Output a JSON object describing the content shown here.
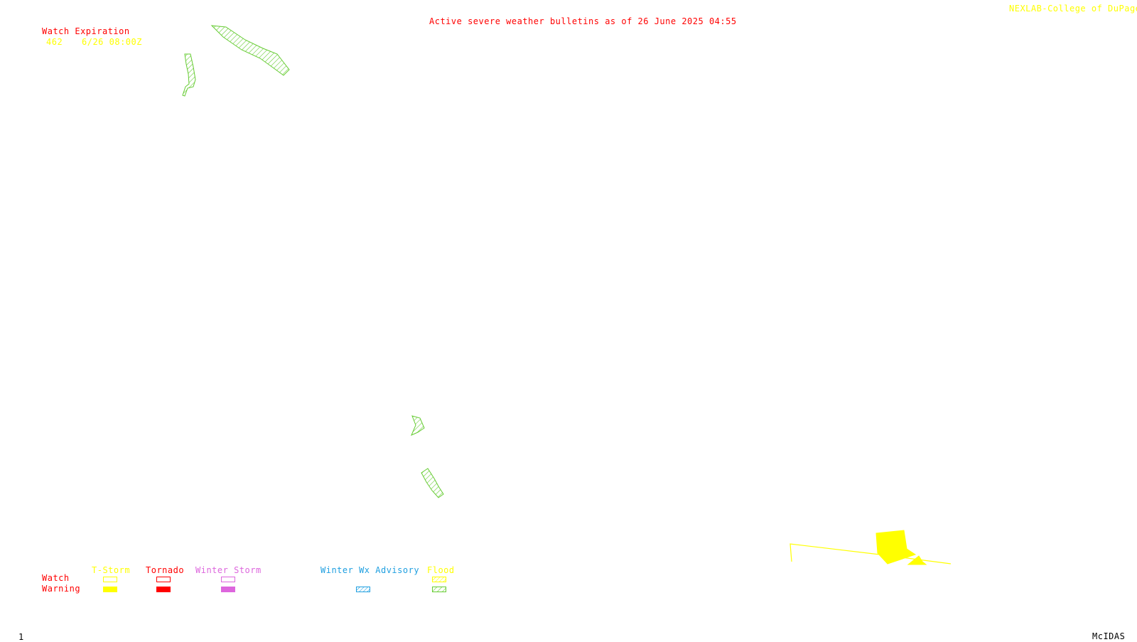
{
  "header": {
    "title": "Active severe weather bulletins as of 26 June 2025 04:55",
    "credit": "NEXLAB-College of DuPage R"
  },
  "watch_expiration": {
    "heading": "Watch Expiration",
    "items": [
      {
        "number": "462",
        "expires": "6/26 08:00Z"
      }
    ]
  },
  "legend": {
    "row_labels": {
      "watch": "Watch",
      "warning": "Warning"
    },
    "categories": [
      {
        "label": "T-Storm",
        "color": "#ffff00"
      },
      {
        "label": "Tornado",
        "color": "#ff0000"
      },
      {
        "label": "Winter Storm",
        "color": "#dd66dd"
      },
      {
        "label": "Winter Wx Advisory",
        "color": "#1f9fe0"
      },
      {
        "label": "Flood",
        "color": "#ffff00",
        "warning_color": "#66cc33"
      }
    ]
  },
  "footer": {
    "page_number": "1",
    "system": "McIDAS"
  },
  "colors": {
    "background": "#ffffff",
    "title": "#ff0000",
    "flood_warning": "#66cc33",
    "tstorm": "#ffff00"
  }
}
